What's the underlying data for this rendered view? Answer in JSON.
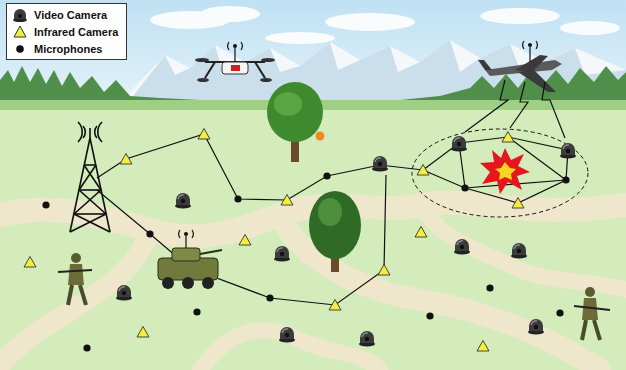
{
  "diagram": {
    "legend": [
      {
        "text": "Video Camera"
      },
      {
        "text": "Infrared Camera"
      },
      {
        "text": "Microphones"
      }
    ]
  }
}
